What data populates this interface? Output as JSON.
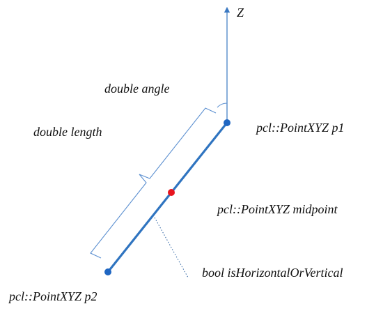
{
  "axis": {
    "label": "Z"
  },
  "labels": {
    "angle": "double angle",
    "length": "double length",
    "p1": "pcl::PointXYZ p1",
    "midpoint": "pcl::PointXYZ midpoint",
    "flag": "bool isHorizontalOrVertical",
    "p2": "pcl::PointXYZ p2"
  },
  "colors": {
    "segment": "#2f74c0",
    "axis": "#3a78c2",
    "brace": "#5b8fd0",
    "endpoint": "#1f66c2",
    "midpoint": "#e8141e",
    "leader": "#3b6da8",
    "text": "#111111"
  }
}
